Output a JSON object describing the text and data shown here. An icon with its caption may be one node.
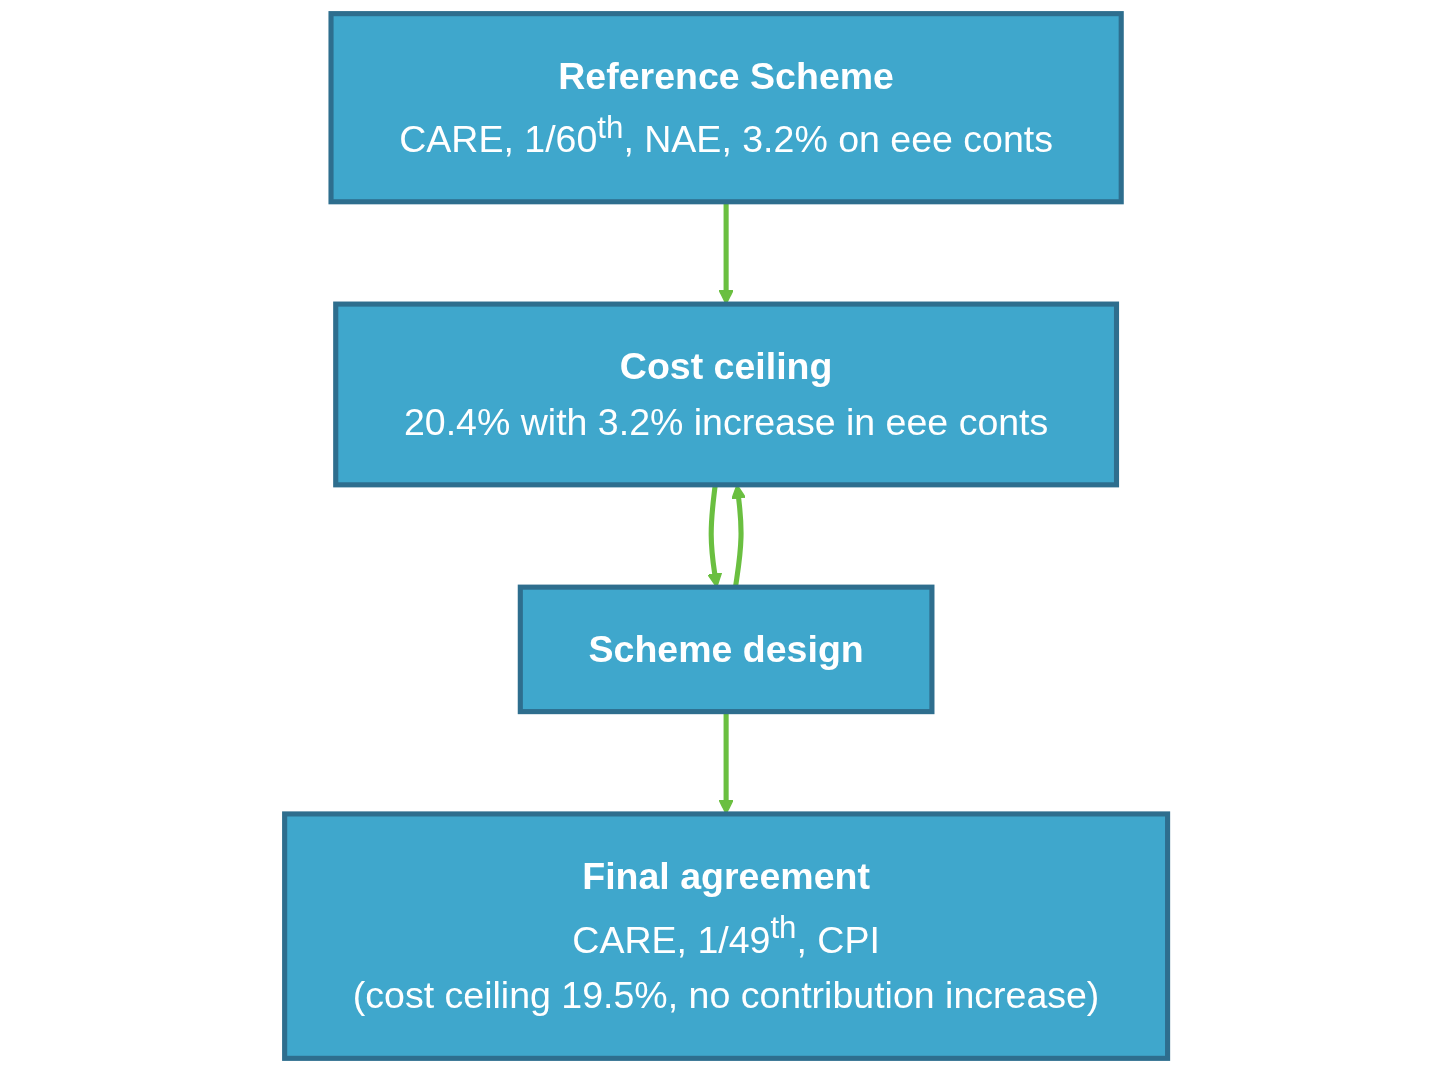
{
  "diagram": {
    "nodes": [
      {
        "text": [
          "Reference Scheme",
          "CARE, 1/60$^{th}$, NAE, 3.2% on eee conts"
        ]
      },
      {
        "text": [
          "Cost ceiling",
          "20.4% with 3.2% increase in eee conts"
        ]
      },
      {
        "text": [
          "Scheme design"
        ]
      },
      {
        "text": [
          "Final agreement",
          "CARE, 1/49$^{th}$, CPI",
          "(cost ceiling 19.5%, no contribution increase)"
        ]
      }
    ],
    "edges": [
      {
        "from": 0,
        "to": 1,
        "arrow": "to"
      },
      {
        "from": 1,
        "to": 2,
        "arrow": "to"
      },
      {
        "from": 2,
        "to": 1,
        "arrow": "to"
      },
      {
        "from": 2,
        "to": 3,
        "arrow": "to"
      }
    ]
  }
}
